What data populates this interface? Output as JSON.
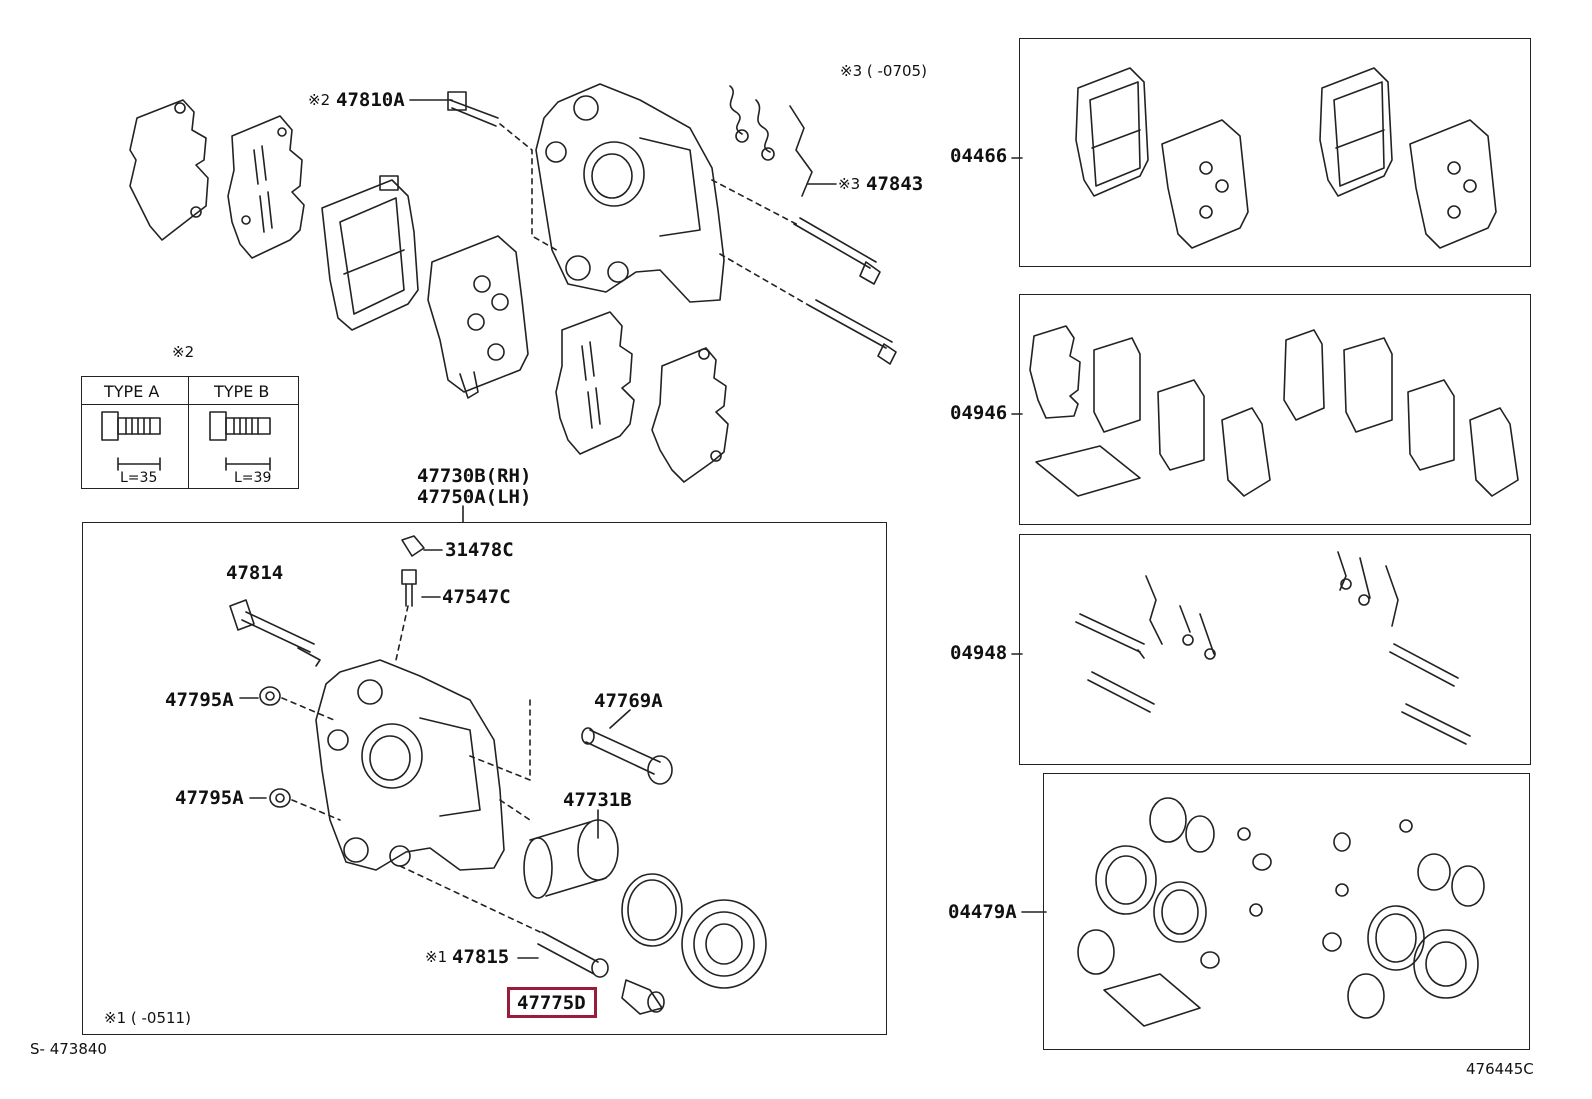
{
  "callouts": {
    "note3_range": "※3 (      -0705)",
    "p47810A": "47810A",
    "p47810A_mark": "※2",
    "p47843": "47843",
    "p47843_mark": "※3",
    "note2": "※2",
    "p47730B": "47730B(RH)",
    "p47750A": "47750A(LH)",
    "p31478C": "31478C",
    "p47547C": "47547C",
    "p47814": "47814",
    "p47795A_1": "47795A",
    "p47795A_2": "47795A",
    "p47769A": "47769A",
    "p47731B": "47731B",
    "p47815": "47815",
    "p47815_mark": "※1",
    "p47775D": "47775D",
    "note1_range": "※1 (      -0511)",
    "kit_04466": "04466",
    "kit_04946": "04946",
    "kit_04948": "04948",
    "kit_04479A": "04479A",
    "section_ref": "S- 473840",
    "figure_no": "476445C"
  },
  "bolt_table": {
    "type_a": "TYPE A",
    "type_b": "TYPE B",
    "len_a": "L=35",
    "len_b": "L=39"
  },
  "highlight_color": "#9b1b3a"
}
